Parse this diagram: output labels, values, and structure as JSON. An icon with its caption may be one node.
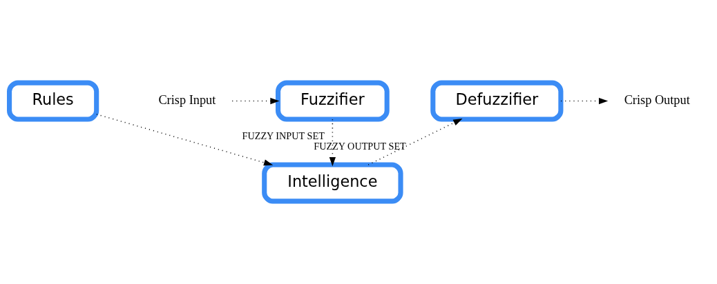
{
  "diagram": {
    "nodes": [
      {
        "text": [
          "Rules"
        ]
      },
      {
        "text": [
          "Crisp Input"
        ]
      },
      {
        "text": [
          "Fuzzifier"
        ]
      },
      {
        "text": [
          "Defuzzifier"
        ]
      },
      {
        "text": [
          "Crisp Output"
        ]
      },
      {
        "text": [
          "Intelligence"
        ]
      }
    ],
    "edges": [
      {
        "from": 1,
        "to": 2,
        "arrow": "to"
      },
      {
        "from": 0,
        "to": 5,
        "arrow": "to"
      },
      {
        "from": 2,
        "to": 5,
        "arrow": "to",
        "label": "FUZZY INPUT SET"
      },
      {
        "from": 5,
        "to": 3,
        "arrow": "to",
        "label": "FUZZY OUTPUT SET"
      },
      {
        "from": 3,
        "to": 4,
        "arrow": "to"
      }
    ]
  }
}
